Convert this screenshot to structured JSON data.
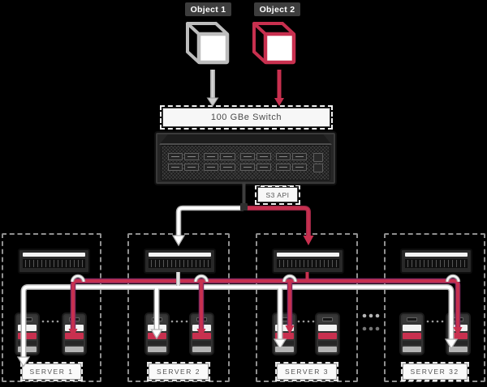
{
  "objects": [
    {
      "label": "Object 1",
      "color": "#bdbdbd"
    },
    {
      "label": "Object 2",
      "color": "#c8304f"
    }
  ],
  "network": {
    "switch_label": "100 GBe Switch",
    "api_label": "S3 API"
  },
  "servers": [
    {
      "label": "SERVER 1"
    },
    {
      "label": "SERVER 2"
    },
    {
      "label": "SERVER 3"
    },
    {
      "label": "SERVER 32"
    }
  ],
  "icons": {
    "cube1": "cube-icon",
    "cube2": "cube-icon",
    "switch": "network-switch",
    "drive": "storage-drive"
  },
  "colors": {
    "red": "#c8304f",
    "cube_gray": "#bdbdbd",
    "background": "#000000"
  }
}
